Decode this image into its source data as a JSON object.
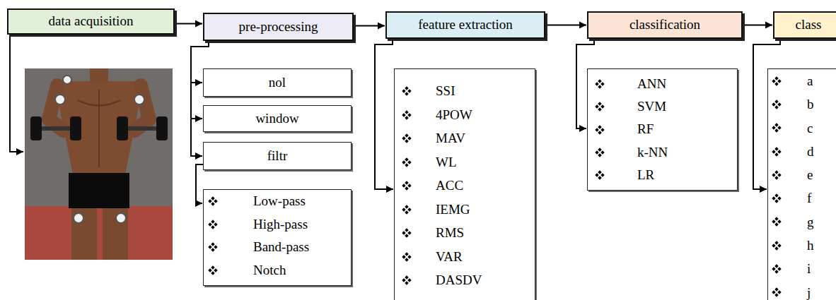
{
  "diagram": {
    "nodes": [
      {
        "text": [
          "data acquisition"
        ]
      },
      {
        "text": [
          "pre-processing"
        ]
      },
      {
        "text": [
          "feature extraction"
        ]
      },
      {
        "text": [
          "classification"
        ]
      },
      {
        "text": [
          "class"
        ]
      },
      {
        "text": [
          "nol"
        ]
      },
      {
        "text": [
          "window"
        ]
      },
      {
        "text": [
          "filtr"
        ]
      },
      {
        "text": [
          "Low-pass",
          "High-pass",
          "Band-pass",
          "Notch"
        ]
      },
      {
        "text": [
          "SSI",
          "4POW",
          "MAV",
          "WL",
          "ACC",
          "IEMG",
          "RMS",
          "VAR",
          "DASDV"
        ]
      },
      {
        "text": [
          "ANN",
          "SVM",
          "RF",
          "k-NN",
          "LR"
        ]
      },
      {
        "text": [
          "a",
          "b",
          "c",
          "d",
          "e",
          "f",
          "g",
          "h",
          "i",
          "j"
        ]
      }
    ],
    "edges": [
      {
        "from": 0,
        "to": 1,
        "arrow": "to"
      },
      {
        "from": 1,
        "to": 2,
        "arrow": "to"
      },
      {
        "from": 2,
        "to": 3,
        "arrow": "to"
      },
      {
        "from": 3,
        "to": 4,
        "arrow": "to"
      },
      {
        "from": 1,
        "to": 5,
        "arrow": "to"
      },
      {
        "from": 1,
        "to": 6,
        "arrow": "to"
      },
      {
        "from": 1,
        "to": 7,
        "arrow": "to"
      },
      {
        "from": 7,
        "to": 8,
        "arrow": "to"
      },
      {
        "from": 2,
        "to": 9,
        "arrow": "to"
      },
      {
        "from": 3,
        "to": 10,
        "arrow": "to"
      },
      {
        "from": 4,
        "to": 11,
        "arrow": "to"
      }
    ]
  }
}
